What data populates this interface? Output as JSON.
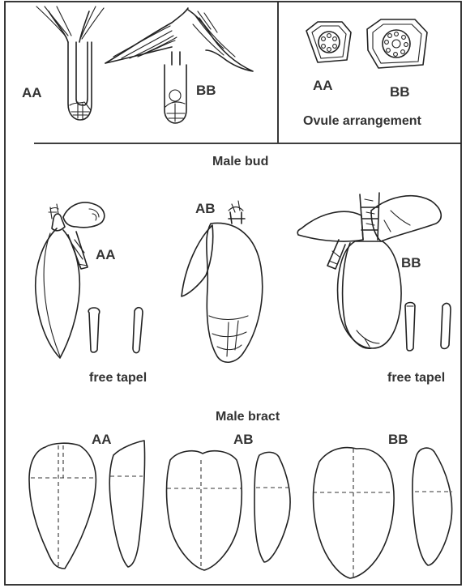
{
  "top": {
    "labels": {
      "aa": "AA",
      "bb": "BB"
    },
    "ovule": {
      "aa": "AA",
      "bb": "BB",
      "caption": "Ovule arrangement"
    }
  },
  "male_bud": {
    "title": "Male bud",
    "labels": {
      "aa": "AA",
      "ab": "AB",
      "bb": "BB"
    },
    "free_tepal_left": "free tapel",
    "free_tepal_right": "free tapel"
  },
  "male_bract": {
    "title": "Male bract",
    "labels": {
      "aa": "AA",
      "ab": "AB",
      "bb": "BB"
    }
  },
  "colors": {
    "line": "#222222",
    "text": "#333333",
    "bud_shade": "#eef0f8",
    "background": "#ffffff"
  }
}
